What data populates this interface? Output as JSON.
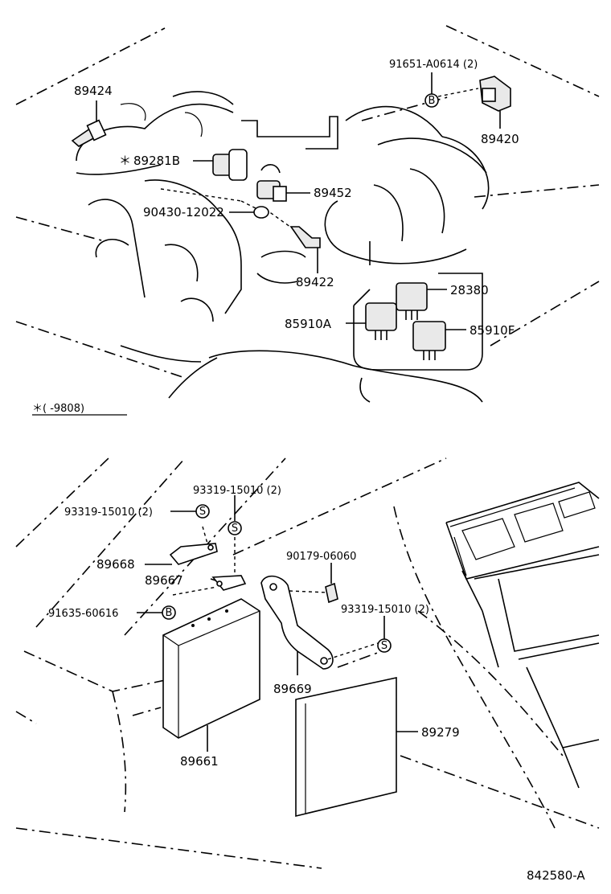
{
  "labels": {
    "p89424": "89424",
    "p89281b": "89281B",
    "asterisk": "＊",
    "p90430": "90430-12022",
    "p89452": "89452",
    "p89422": "89422",
    "p91651": "91651-A0614 (2)",
    "p89420": "89420",
    "p28380": "28380",
    "p85910a": "85910A",
    "p85910f": "85910F",
    "footnote": "＊(     -9808)",
    "p93319_a": "93319-15010 (2)",
    "p93319_b": "93319-15010 (2)",
    "p89668": "89668",
    "p89667": "89667",
    "p91635": "91635-60616",
    "p90179": "90179-06060",
    "p93319_c": "93319-15010 (2)",
    "p89669": "89669",
    "p89661": "89661",
    "p89279": "89279",
    "diagram_id": "842580-A"
  },
  "fastener_marks": {
    "bolt": "B",
    "screw": "S"
  }
}
